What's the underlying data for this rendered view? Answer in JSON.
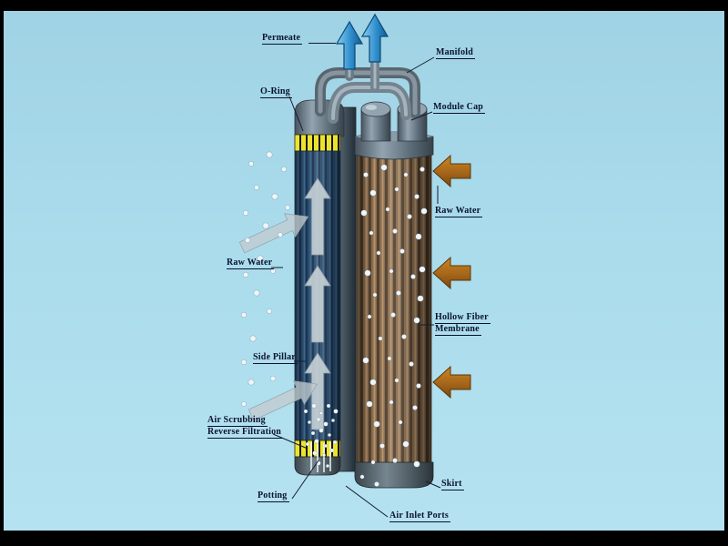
{
  "labels": {
    "permeate": "Permeate",
    "manifold": "Manifold",
    "o_ring": "O-Ring",
    "module_cap": "Module Cap",
    "raw_water_right": "Raw Water",
    "raw_water_left": "Raw Water",
    "hollow_fiber_membrane": {
      "line1": "Hollow Fiber",
      "line2": "Membrane"
    },
    "side_pillar": "Side Pillar",
    "air_scrubbing": {
      "line1": "Air Scrubbing",
      "line2": "Reverse Filtration"
    },
    "skirt": "Skirt",
    "potting": "Potting",
    "air_inlet_ports": "Air Inlet Ports"
  },
  "colors": {
    "background": "#aadcec",
    "frame": "#000000",
    "label_text": "#0a1230",
    "permeate_arrow_blue": "#2e8ecc",
    "raw_water_arrow_brown": "#a5661a",
    "flow_arrow_gray": "#c6d0d4",
    "module_body_blue": "#2b4d6e",
    "hollow_fiber_brown": "#8a6c4e",
    "potting_yellow": "#ece42a",
    "metal_gray": "#74848f"
  }
}
